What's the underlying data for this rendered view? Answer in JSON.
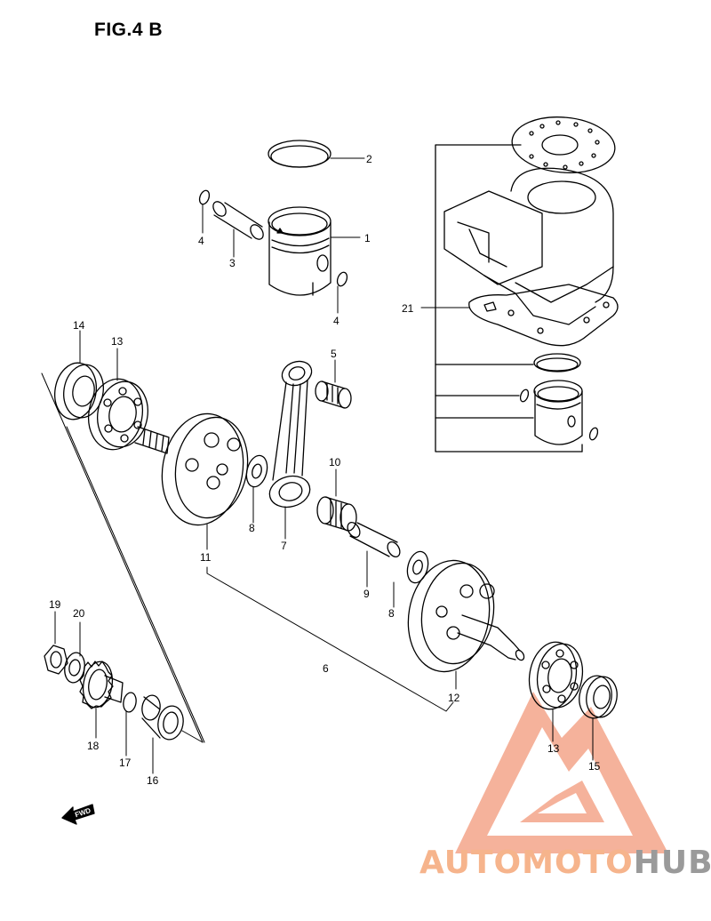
{
  "figure": {
    "title": "FIG.4 B"
  },
  "callouts": [
    {
      "id": "c1",
      "text": "1"
    },
    {
      "id": "c2",
      "text": "2"
    },
    {
      "id": "c3",
      "text": "3"
    },
    {
      "id": "c4a",
      "text": "4"
    },
    {
      "id": "c4b",
      "text": "4"
    },
    {
      "id": "c5",
      "text": "5"
    },
    {
      "id": "c6",
      "text": "6"
    },
    {
      "id": "c7",
      "text": "7"
    },
    {
      "id": "c8a",
      "text": "8"
    },
    {
      "id": "c8b",
      "text": "8"
    },
    {
      "id": "c9",
      "text": "9"
    },
    {
      "id": "c10",
      "text": "10"
    },
    {
      "id": "c11",
      "text": "11"
    },
    {
      "id": "c12",
      "text": "12"
    },
    {
      "id": "c13a",
      "text": "13"
    },
    {
      "id": "c13b",
      "text": "13"
    },
    {
      "id": "c14",
      "text": "14"
    },
    {
      "id": "c15",
      "text": "15"
    },
    {
      "id": "c16",
      "text": "16"
    },
    {
      "id": "c17",
      "text": "17"
    },
    {
      "id": "c18",
      "text": "18"
    },
    {
      "id": "c19",
      "text": "19"
    },
    {
      "id": "c20",
      "text": "20"
    },
    {
      "id": "c21",
      "text": "21"
    }
  ],
  "direction_marker": {
    "label": "FWD",
    "icon": "arrow-left-icon"
  },
  "watermark": {
    "text_part1": "AUTOMOTO",
    "text_part2": "HUB",
    "color_logo": "#f4a58a",
    "color_text1": "#f6b48c",
    "color_text2": "#9a9a9a",
    "icon": "triangle-m-logo"
  }
}
